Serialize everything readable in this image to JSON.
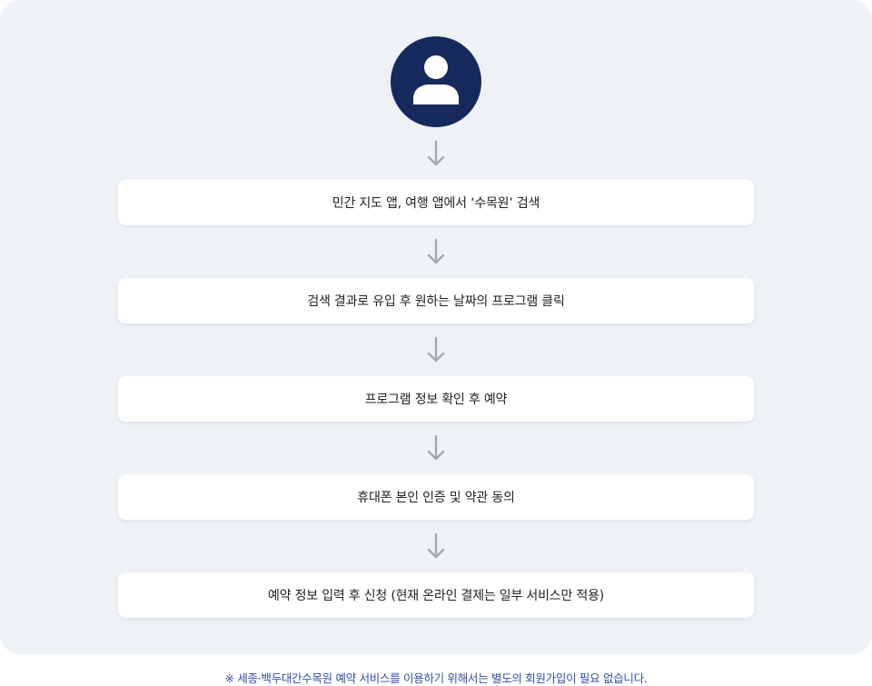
{
  "colors": {
    "panel_background": "#eef2f7",
    "avatar_circle": "#172a5e",
    "arrow": "#a7a7a7",
    "step_background": "#ffffff",
    "step_text": "#222222",
    "footnote_text": "#2f4ea8"
  },
  "icons": {
    "avatar": "user-icon",
    "connector": "arrow-down-icon"
  },
  "steps": [
    {
      "label": "민간 지도 앱, 여행 앱에서 ‘수목원’ 검색"
    },
    {
      "label": "검색 결과로 유입 후 원하는 날짜의 프로그램 클릭"
    },
    {
      "label": "프로그램 정보 확인 후 예약"
    },
    {
      "label": "휴대폰 본인 인증 및 약관 동의"
    },
    {
      "label": "예약 정보 입력 후 신청 (현재 온라인 결제는 일부 서비스만 적용)"
    }
  ],
  "footnote": "※ 세종·백두대간수목원 예약 서비스를 이용하기 위해서는 별도의 회원가입이 필요 없습니다."
}
